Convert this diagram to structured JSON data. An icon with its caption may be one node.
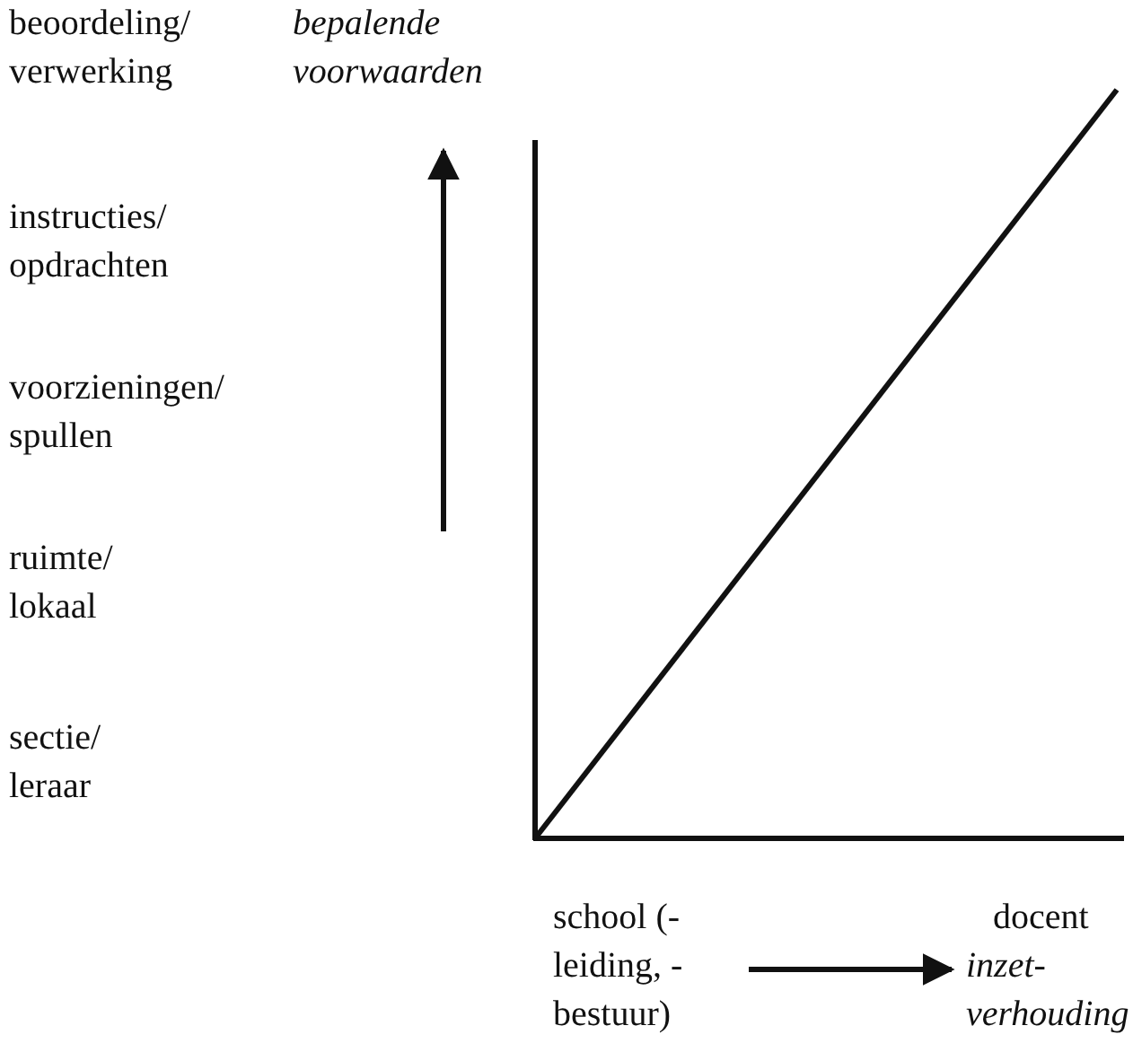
{
  "diagram": {
    "labels": [
      "beoordeling/ verwerking",
      "bepalende voorwaarden",
      "instructies/ opdrachten",
      "voorzieningen/ spullen",
      "ruimte/ lokaal",
      "sectie/ leraar",
      "school (-leiding, -bestuur)",
      "docent",
      "inzet- verhouding"
    ]
  }
}
